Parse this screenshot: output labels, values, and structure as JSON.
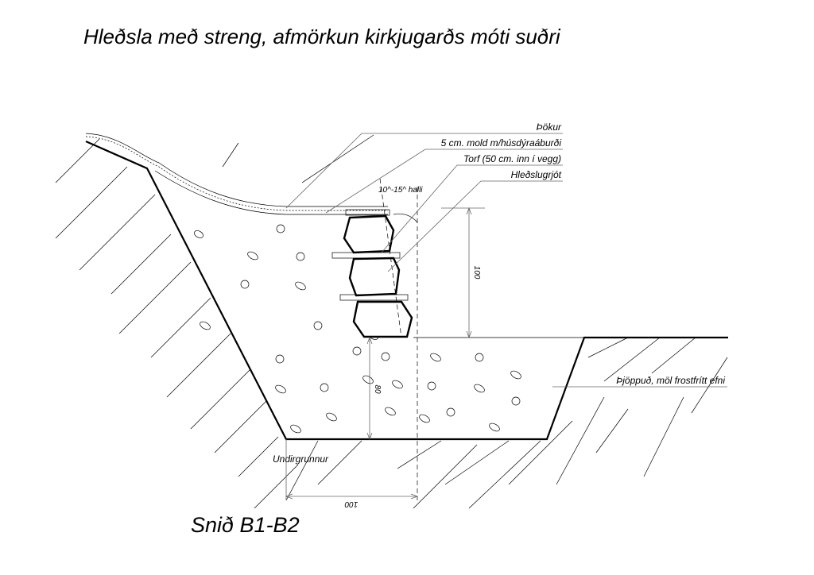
{
  "title": "Hleðsla með streng, afmörkun kirkjugarðs móti suðri",
  "labels": {
    "thokur": "Þökur",
    "mold": "5 cm. mold m/húsdýraáburði",
    "torf": "Torf (50 cm. inn í vegg)",
    "grjot": "Hleðslugrjót",
    "halli": "10^-15^ halli",
    "fill": "Þjöppuð, möl frostfrítt efni",
    "undirgrunnur": "Undirgrunnur"
  },
  "dimensions": {
    "wall_height": "100",
    "fill_depth": "80",
    "bottom_width": "100"
  },
  "section_label": "Snið B1-B2"
}
